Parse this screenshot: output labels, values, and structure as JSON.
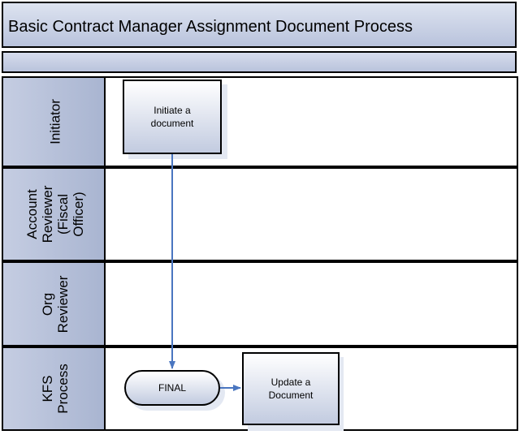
{
  "title": "Basic Contract Manager Assignment Document Process",
  "lanes": [
    {
      "id": "initiator",
      "label": "Initiator"
    },
    {
      "id": "account-reviewer",
      "label": "Account\nReviewer\n(Fiscal\nOfficer)"
    },
    {
      "id": "org-reviewer",
      "label": "Org\nReviewer"
    },
    {
      "id": "kfs-process",
      "label": "KFS\nProcess"
    }
  ],
  "nodes": {
    "initiate": "Initiate a\ndocument",
    "final": "FINAL",
    "update": "Update a\nDocument"
  },
  "colors": {
    "connector": "#4a76c0",
    "lane_header": "#b3bdd7",
    "title_fill": "#c7cfe3"
  }
}
